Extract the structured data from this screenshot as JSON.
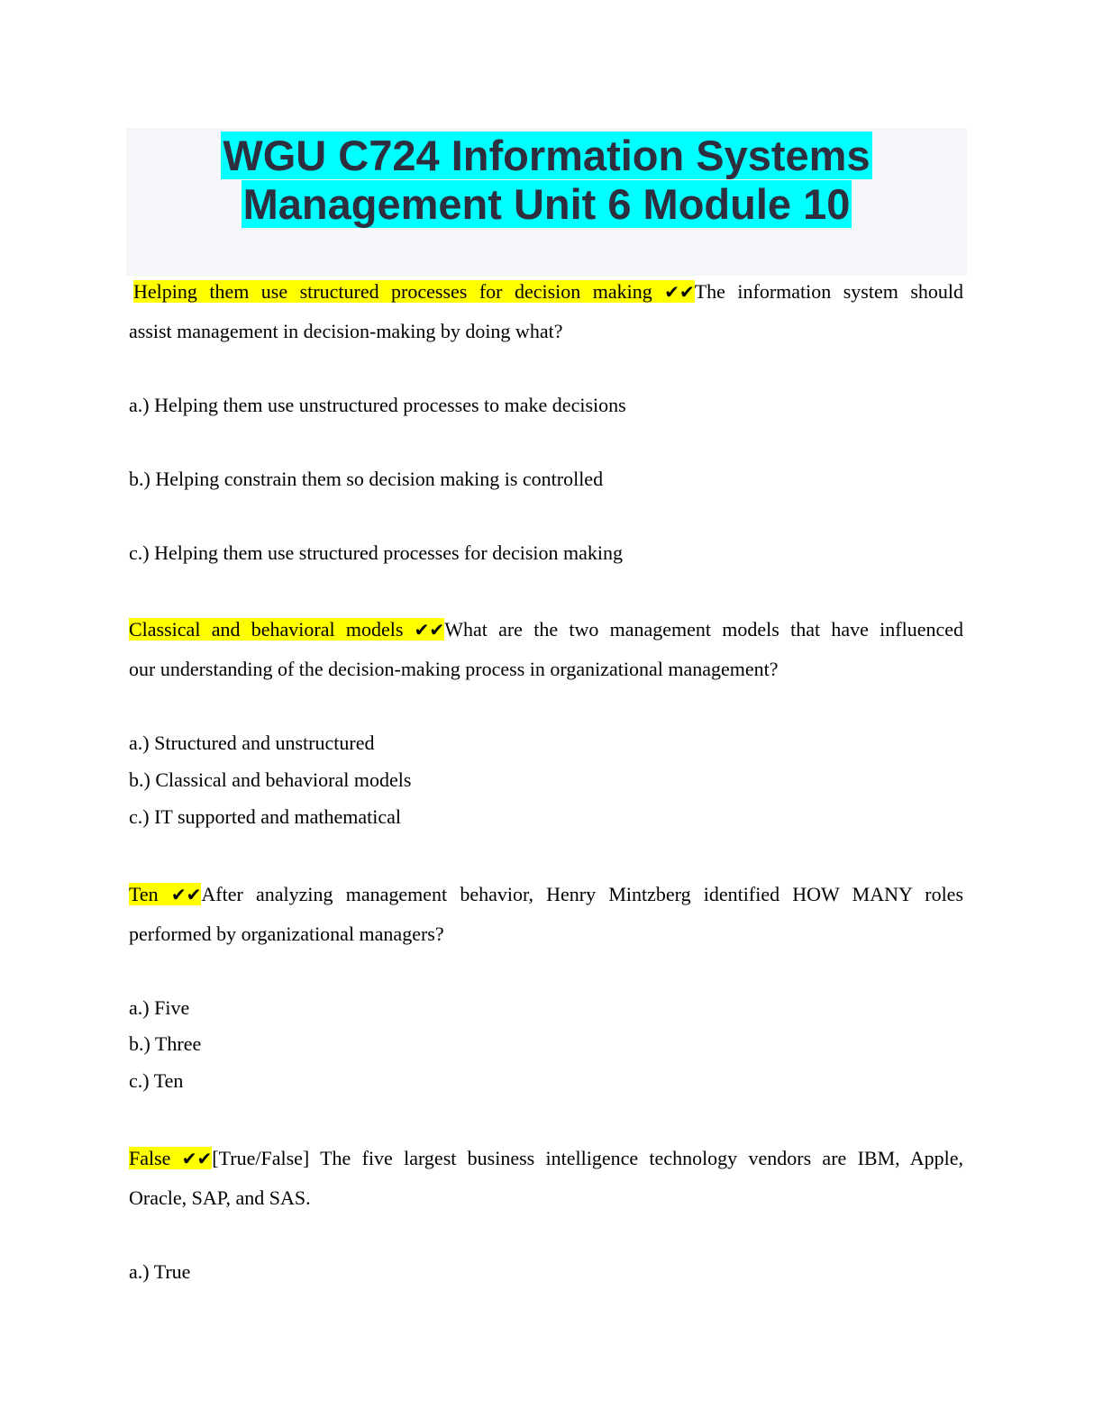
{
  "title": {
    "line1": "WGU C724 Information Systems",
    "line2": "Management Unit 6 Module 10"
  },
  "check_mark": "✔✔",
  "questions": [
    {
      "answer": "Helping them use structured processes for decision making",
      "q_line1": "The information system should",
      "q_line2": "assist management in decision-making by doing what?",
      "options": [
        "a.) Helping them use unstructured processes to make decisions",
        "b.) Helping constrain them so decision making is controlled",
        "c.) Helping them use structured processes for decision making"
      ]
    },
    {
      "answer": "Classical and behavioral models",
      "q_line1": "What are the two management models that have influenced",
      "q_line2": "our understanding of the decision-making process in organizational management?",
      "options": [
        "a.) Structured and unstructured",
        "b.) Classical and behavioral models",
        "c.) IT supported and mathematical"
      ]
    },
    {
      "answer": "Ten",
      "q_line1": "After analyzing management behavior, Henry Mintzberg identified HOW MANY roles",
      "q_line2": "performed by organizational managers?",
      "options": [
        "a.) Five",
        "b.) Three",
        "c.) Ten"
      ]
    },
    {
      "answer": "False",
      "q_line1": "[True/False] The five largest business intelligence technology vendors are IBM, Apple,",
      "q_line2": "Oracle, SAP, and SAS.",
      "options": [
        "a.) True"
      ]
    }
  ]
}
